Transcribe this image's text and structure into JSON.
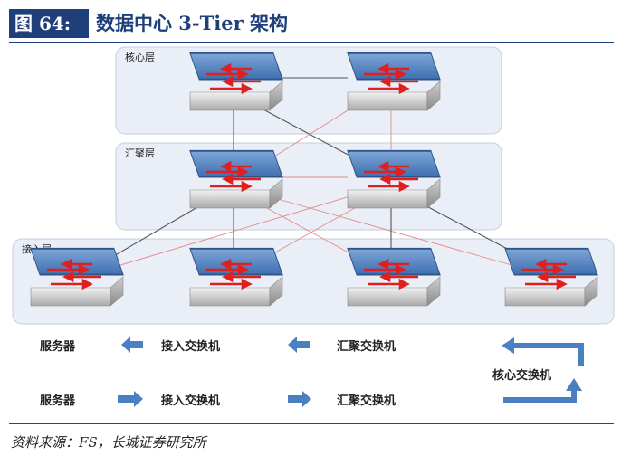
{
  "figure": {
    "label": "图 64:",
    "title": "数据中心 3-Tier 架构"
  },
  "layers": {
    "core": "核心层",
    "aggregation": "汇聚层",
    "access": "接入层"
  },
  "legend": {
    "row1": {
      "server": "服务器",
      "access_switch": "接入交换机",
      "aggregation_switch": "汇聚交换机"
    },
    "row2": {
      "server": "服务器",
      "access_switch": "接入交换机",
      "aggregation_switch": "汇聚交换机"
    },
    "core_switch": "核心交换机"
  },
  "source": "资料来源：FS，长城证券研究所",
  "colors": {
    "title_blue": "#1f3f7a",
    "arrow_blue": "#4a7fc1",
    "link_red": "#e48a8a",
    "link_dark": "#555555",
    "panel_fill": "#e9eef7",
    "panel_stroke": "#c3cee0"
  }
}
